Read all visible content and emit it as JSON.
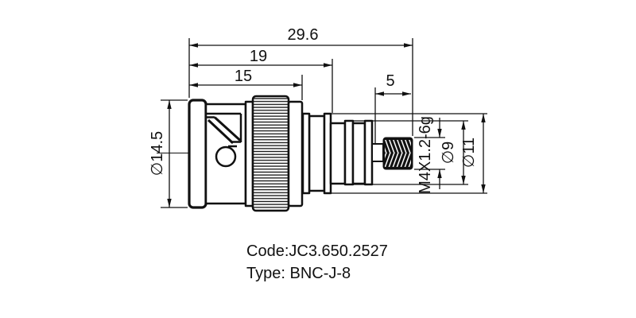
{
  "drawing": {
    "name": "BNC connector outline drawing",
    "line_color": "#111111",
    "background": "#ffffff"
  },
  "dimensions": {
    "overall_length": "29.6",
    "body_length": "19",
    "front_length": "15",
    "thread_length": "5",
    "flange_diameter": "∅14.5",
    "thread_spec": "M4X1.2-6g",
    "mid_diameter": "∅9",
    "rear_diameter": "∅11"
  },
  "title_block": {
    "code": "Code:JC3.650.2527",
    "type": "Type: BNC-J-8"
  }
}
